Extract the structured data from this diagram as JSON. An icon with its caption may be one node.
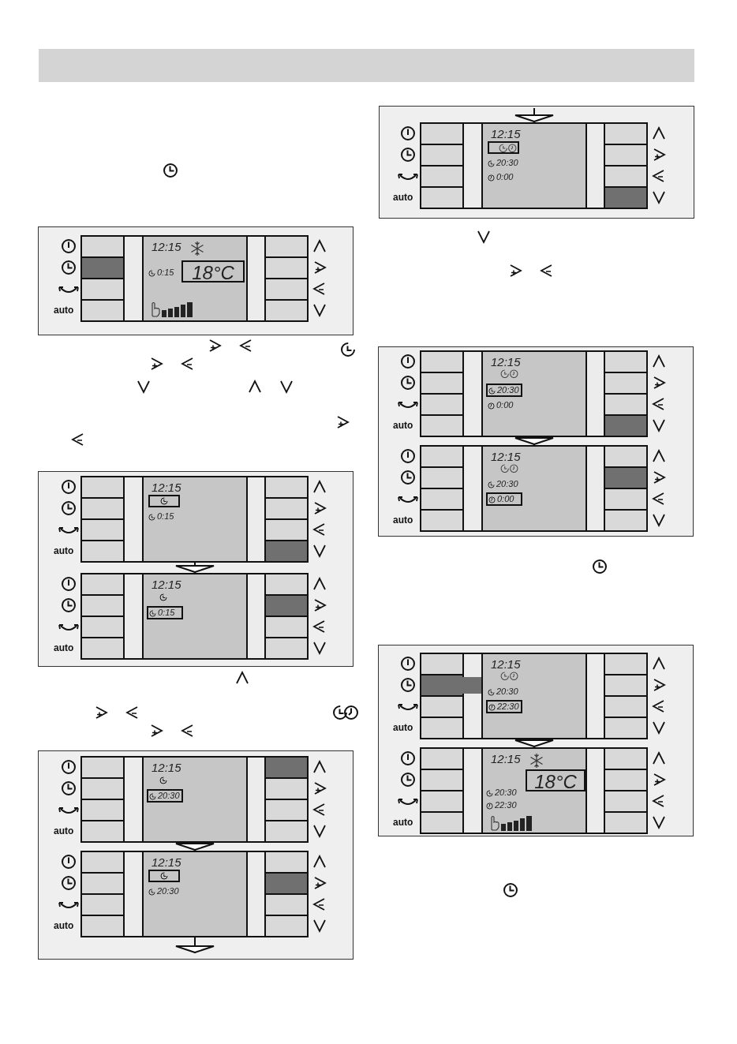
{
  "diagram": {
    "nodes": [
      {
        "text": [
          "12:15",
          "0:15",
          "18°C",
          "auto"
        ]
      },
      {
        "text": [
          "12:15",
          "0:15",
          "auto"
        ]
      },
      {
        "text": [
          "12:15",
          "0:15",
          "auto"
        ]
      },
      {
        "text": [
          "12:15",
          "20:30",
          "auto"
        ]
      },
      {
        "text": [
          "12:15",
          "20:30",
          "auto"
        ]
      },
      {
        "text": [
          "12:15",
          "20:30",
          "0:00",
          "auto"
        ]
      },
      {
        "text": [
          "12:15",
          "20:30",
          "0:00",
          "auto"
        ]
      },
      {
        "text": [
          "12:15",
          "20:30",
          "0:00",
          "auto"
        ]
      },
      {
        "text": [
          "12:15",
          "20:30",
          "22:30",
          "auto"
        ]
      },
      {
        "text": [
          "12:15",
          "18°C",
          "20:30",
          "22:30",
          "auto"
        ]
      }
    ],
    "edges": [
      {
        "from": 1,
        "to": 2,
        "arrow": "to"
      },
      {
        "from": 3,
        "to": 4,
        "arrow": "to"
      },
      {
        "from": 4,
        "to": null,
        "arrow": "to"
      },
      {
        "from": null,
        "to": 5,
        "arrow": "to"
      },
      {
        "from": 6,
        "to": 7,
        "arrow": "to"
      },
      {
        "from": 8,
        "to": 9,
        "arrow": "to"
      }
    ]
  }
}
